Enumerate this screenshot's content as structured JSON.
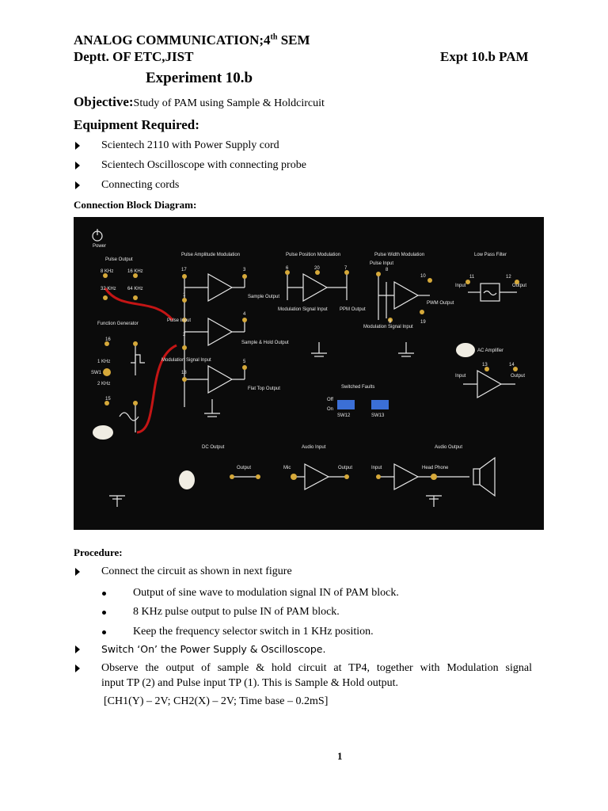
{
  "header": {
    "course_prefix": "ANALOG COMMUNICATION;4",
    "course_sup": "th",
    "course_suffix": " SEM",
    "dept": "Deptt. OF ETC,JIST",
    "expt": "Expt 10.b PAM"
  },
  "title": "Experiment 10.b",
  "objective": {
    "label": "Objective:",
    "text": "Study of PAM using Sample & Holdcircuit"
  },
  "equipment": {
    "heading": "Equipment Required:",
    "items": [
      "Scientech 2110 with Power Supply cord",
      "Scientech Oscilloscope with connecting probe",
      "Connecting cords"
    ]
  },
  "diagram": {
    "heading": "Connection Block Diagram:",
    "labels": {
      "power": "Power",
      "pulse_output": "Pulse Output",
      "f8": "8 KHz",
      "f16": "16 KHz",
      "f32": "32 KHz",
      "f64": "64 KHz",
      "function_generator": "Function Generator",
      "tp16": "16",
      "k1": "1 KHz",
      "sw1": "SW1",
      "k2": "2 KHz",
      "tp15": "15",
      "pam": "Pulse Amplitude Modulation",
      "tp17": "17",
      "tp1": "1",
      "pulse_input": "Pulse Input",
      "tp2": "2",
      "mod_signal_input": "Modulation Signal Input",
      "tp18": "18",
      "tp3": "3",
      "sample_output": "Sample Output",
      "tp4": "4",
      "sample_hold_output": "Sample & Hold Output",
      "tp5": "5",
      "flat_top_output": "Flat Top Output",
      "ppm": "Pulse Position Modulation",
      "tp6": "6",
      "tp20": "20",
      "tp7": "7",
      "ppm_mod_input": "Modulation Signal Input",
      "ppm_output": "PPM Output",
      "pwm": "Pulse Width Modulation",
      "pwm_pulse_input": "Pulse Input",
      "tp8": "8",
      "tp10": "10",
      "pwm_output": "PWM Output",
      "tp9": "9",
      "tp19": "19",
      "pwm_mod_input": "Modulation Signal Input",
      "lpf": "Low Pass Filter",
      "lpf_input": "Input",
      "tp11": "11",
      "tp12": "12",
      "lpf_output": "Output",
      "ac_amplifier": "AC Amplifier",
      "tp13": "13",
      "tp14": "14",
      "ac_input": "Input",
      "ac_output": "Output",
      "switched_faults": "Switched Faults",
      "off": "Off",
      "on": "On",
      "sw12": "SW12",
      "sw13": "SW13",
      "dc_output": "DC Output",
      "dc_out_label": "Output",
      "audio_input": "Audio Input",
      "mic": "Mic",
      "audio_in_output": "Output",
      "audio_output": "Audio Output",
      "audio_out_input": "Input",
      "head_phone": "Head Phone"
    }
  },
  "procedure": {
    "heading": "Procedure:",
    "step1": "Connect the circuit as shown in next figure",
    "subitems": [
      "Output of sine wave to modulation signal IN of PAM block.",
      "8 KHz pulse output to pulse IN of PAM block.",
      "Keep the frequency selector switch in 1 KHz position."
    ],
    "step2": "Switch ‘On’ the Power Supply & Oscilloscope.",
    "step3_line1": "Observe the output of sample & hold circuit at TP4, together with Modulation signal",
    "step3_line2": "input TP (2) and Pulse input TP (1).  This is Sample & Hold output.",
    "settings": "[CH1(Y) – 2V; CH2(X) – 2V; Time base – 0.2mS]"
  },
  "page_number": "1"
}
